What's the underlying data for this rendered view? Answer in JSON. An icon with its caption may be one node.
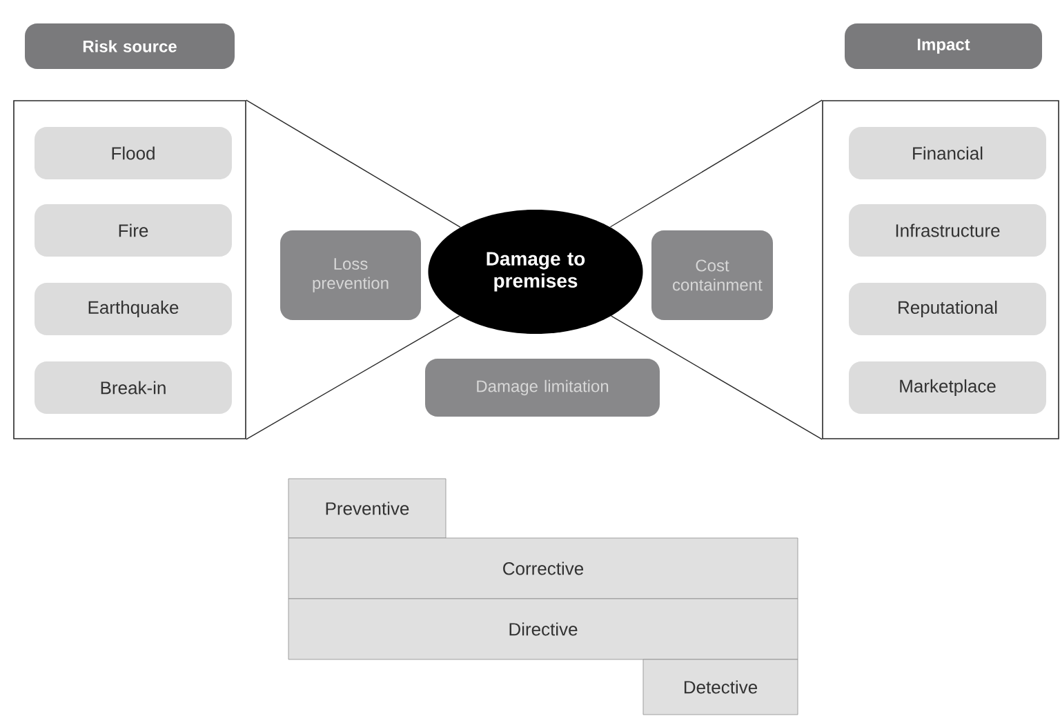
{
  "diagram": {
    "nodes": [
      {
        "text": [
          "Risk source"
        ]
      },
      {
        "text": [
          "Impact"
        ]
      },
      {
        "text": [],
        "shape": "box"
      },
      {
        "text": [
          "Flood"
        ],
        "in": 2
      },
      {
        "text": [
          "Fire"
        ],
        "in": 2
      },
      {
        "text": [
          "Earthquake"
        ],
        "in": 2
      },
      {
        "text": [
          "Break-in"
        ],
        "in": 2
      },
      {
        "text": [],
        "shape": "box"
      },
      {
        "text": [
          "Financial"
        ],
        "in": 7
      },
      {
        "text": [
          "Infrastructure"
        ],
        "in": 7
      },
      {
        "text": [
          "Reputational"
        ],
        "in": 7
      },
      {
        "text": [
          "Marketplace"
        ],
        "in": 7
      },
      {
        "text": [
          "Loss prevention"
        ]
      },
      {
        "text": [
          "Damage to premises"
        ]
      },
      {
        "text": [
          "Cost containment"
        ]
      },
      {
        "text": [
          "Damage limitation"
        ]
      },
      {
        "text": [
          "Preventive"
        ]
      },
      {
        "text": [
          "Corrective"
        ]
      },
      {
        "text": [
          "Directive"
        ]
      },
      {
        "text": [
          "Detective"
        ]
      }
    ],
    "edges": [
      {
        "from": 2,
        "to": 13,
        "arrow": "none"
      },
      {
        "from": 2,
        "to": 13,
        "arrow": "none"
      },
      {
        "from": 13,
        "to": 7,
        "arrow": "none"
      },
      {
        "from": 13,
        "to": 7,
        "arrow": "none"
      }
    ]
  }
}
